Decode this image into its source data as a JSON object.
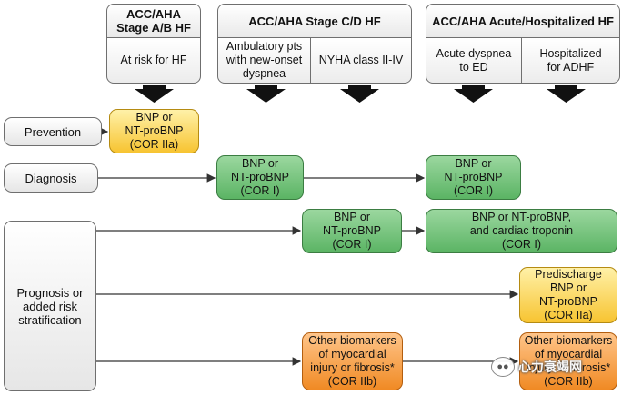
{
  "headers": {
    "ab": {
      "title": "ACC/AHA\nStage A/B HF",
      "sub": "At risk for HF"
    },
    "cd": {
      "title": "ACC/AHA Stage C/D HF",
      "sub1": "Ambulatory pts\nwith new-onset\ndyspnea",
      "sub2": "NYHA class II-IV"
    },
    "acute": {
      "title": "ACC/AHA Acute/Hospitalized  HF",
      "sub1": "Acute dyspnea\nto ED",
      "sub2": "Hospitalized\nfor ADHF"
    }
  },
  "rows": {
    "prevention": "Prevention",
    "diagnosis": "Diagnosis",
    "prognosis": "Prognosis or\nadded risk\nstratification"
  },
  "boxes": {
    "prevention_bnp": "BNP or\nNT-proBNP\n(COR IIa)",
    "diagnosis_bnp_cd": "BNP or\nNT-proBNP\n(COR I)",
    "diagnosis_bnp_acute": "BNP or\nNT-proBNP\n(COR I)",
    "prognosis_bnp_cd": "BNP or\nNT-proBNP\n(COR I)",
    "prognosis_bnp_troponin": "BNP or NT-proBNP,\nand cardiac troponin\n(COR I)",
    "predischarge": "Predischarge\nBNP or\nNT-proBNP\n(COR IIa)",
    "other_cd": "Other biomarkers\nof myocardial\ninjury or fibrosis*\n(COR IIb)",
    "other_acute": "Other biomarkers\nof myocardial\ninjury or fibrosis*\n(COR IIb)"
  },
  "watermark": {
    "text": "心力衰竭网",
    "icon": "wechat-icon"
  },
  "colors": {
    "yellow": "#f7c431",
    "green": "#5bb464",
    "orange": "#f08a24"
  }
}
